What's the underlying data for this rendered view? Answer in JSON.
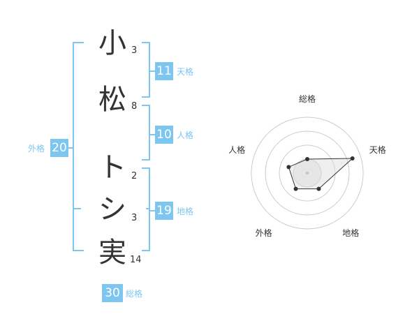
{
  "name": {
    "chars": [
      {
        "char": "小",
        "strokes": "3"
      },
      {
        "char": "松",
        "strokes": "8"
      },
      {
        "char": "ト",
        "strokes": "2"
      },
      {
        "char": "シ",
        "strokes": "3"
      },
      {
        "char": "実",
        "strokes": "14"
      }
    ]
  },
  "fortune": {
    "tenkaku": {
      "value": "11",
      "label": "天格"
    },
    "jinkaku": {
      "value": "10",
      "label": "人格"
    },
    "chikaku": {
      "value": "19",
      "label": "地格"
    },
    "gaikaku": {
      "value": "20",
      "label": "外格"
    },
    "soukaku": {
      "value": "30",
      "label": "総格"
    }
  },
  "colors": {
    "accent": "#7cc6f0",
    "text": "#333333",
    "grid": "#cccccc",
    "polygon_fill": "#eeeeee"
  },
  "chart_data": {
    "type": "radar",
    "axes": [
      "総格",
      "天格",
      "地格",
      "外格",
      "人格"
    ],
    "values": [
      0.25,
      0.85,
      0.35,
      0.35,
      0.35
    ],
    "rmax": 1,
    "rings": 4,
    "grid": true
  }
}
